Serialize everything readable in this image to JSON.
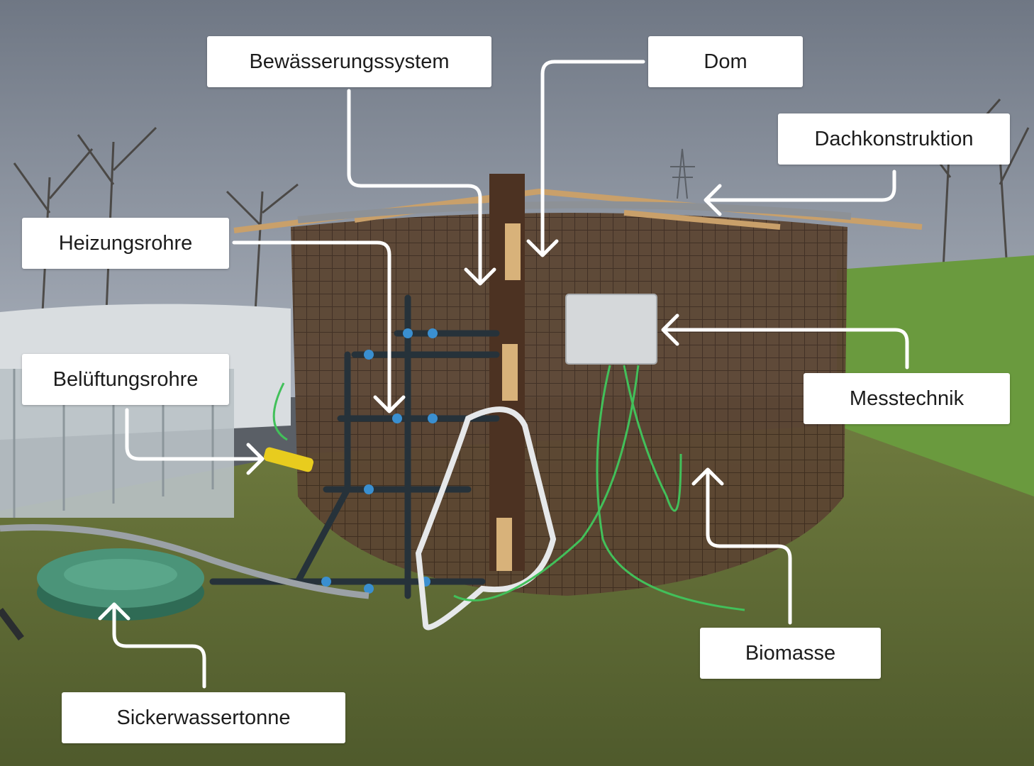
{
  "labels": {
    "irrigation": "Bewässerungssystem",
    "dome": "Dom",
    "roof": "Dachkonstruktion",
    "heating": "Heizungsrohre",
    "ventilation": "Belüftungsrohre",
    "measurement": "Messtechnik",
    "biomass": "Biomasse",
    "leachate_barrel": "Sickerwassertonne"
  },
  "colors": {
    "label_bg": "#ffffff",
    "arrow": "#ffffff",
    "sky": "#8f97a3",
    "grass": "#6f8a3c",
    "wire_mesh": "#5a3e2b",
    "barrel": "#3f7e65"
  }
}
